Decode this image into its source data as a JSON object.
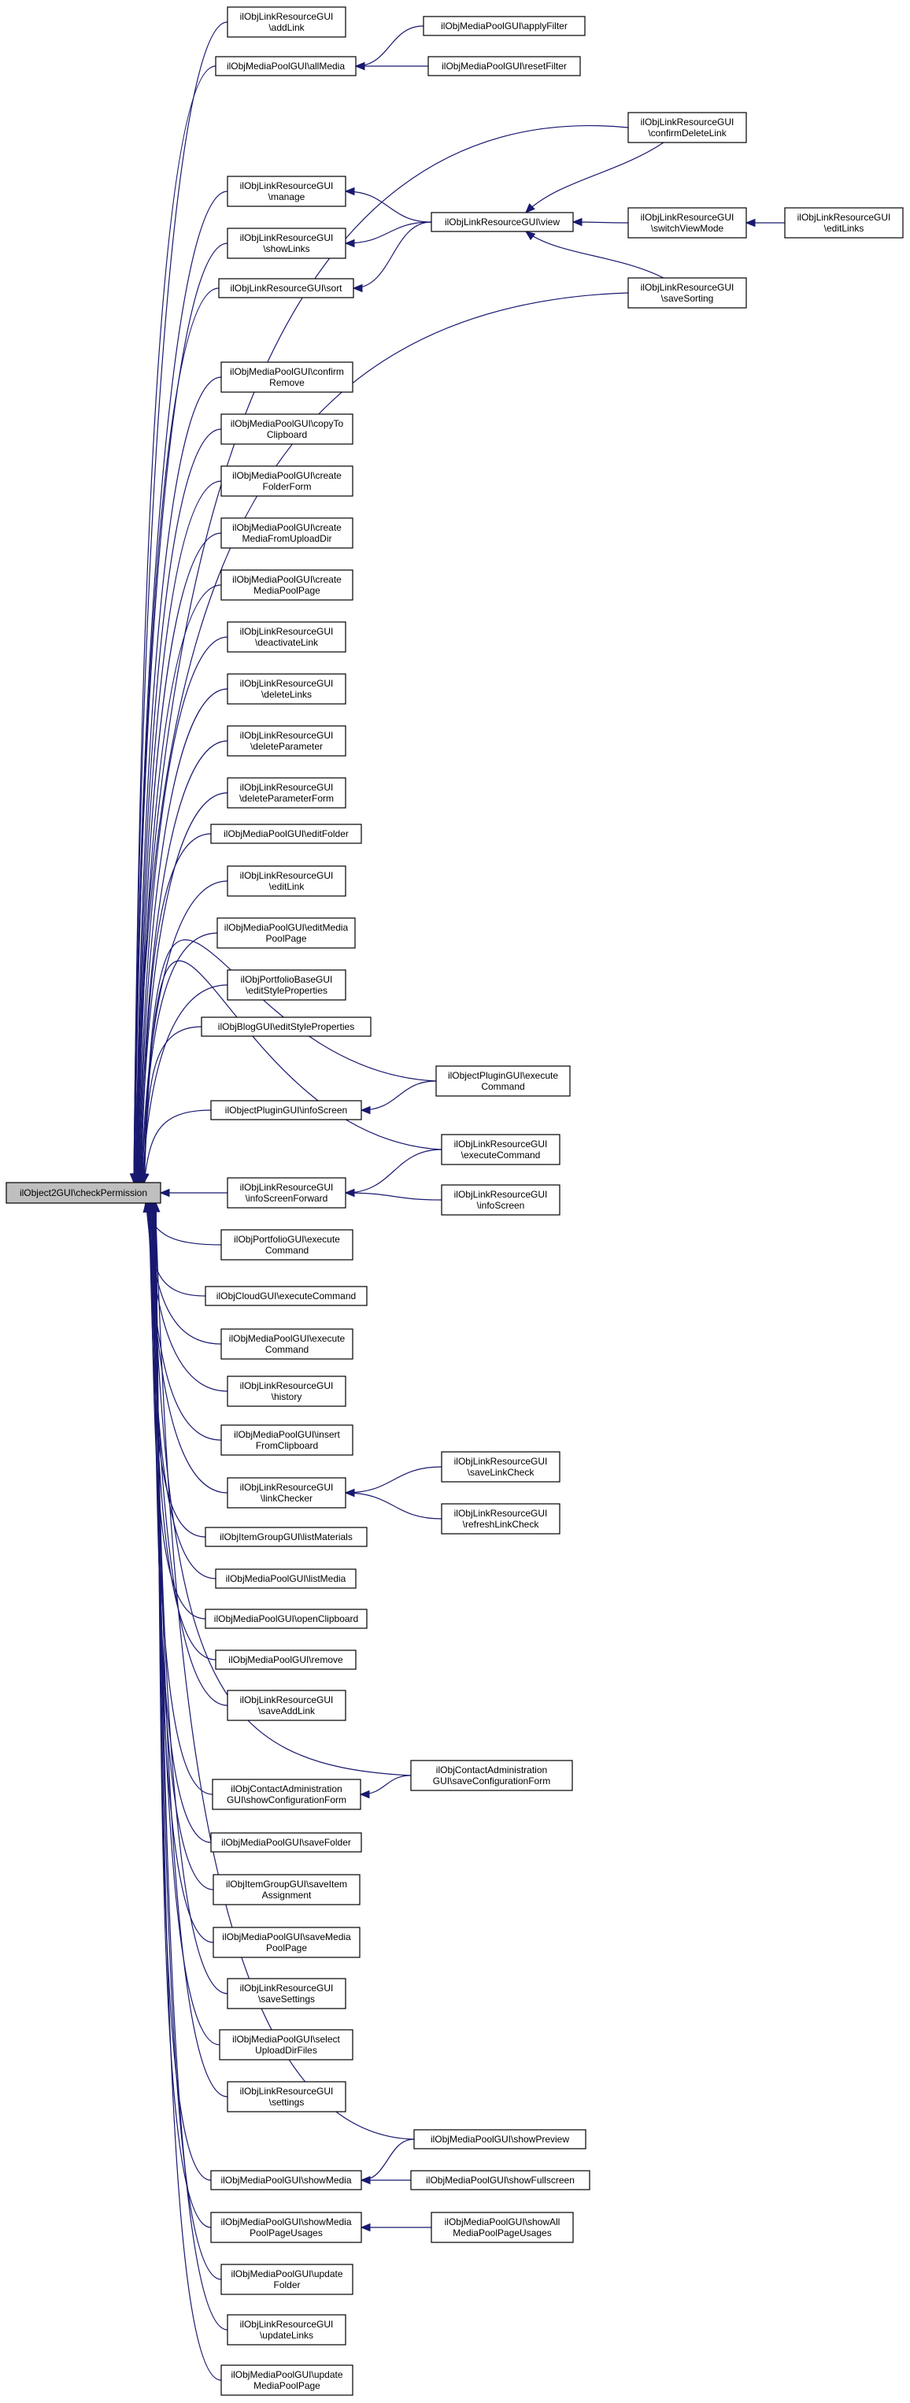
{
  "graph": {
    "title": "",
    "root_id": "root",
    "colors": {
      "edge": "#191970",
      "node_border": "#000000",
      "node_fill": "#ffffff",
      "root_fill": "#bfbfbf",
      "text": "#000000"
    },
    "nodes": [
      {
        "id": "root",
        "lines": [
          "ilObject2GUI\\checkPermission"
        ]
      },
      {
        "id": "n01",
        "lines": [
          "ilObjLinkResourceGUI",
          "\\addLink"
        ]
      },
      {
        "id": "n02",
        "lines": [
          "ilObjMediaPoolGUI\\allMedia"
        ]
      },
      {
        "id": "n03",
        "lines": [
          "ilObjLinkResourceGUI",
          "\\manage"
        ]
      },
      {
        "id": "n04",
        "lines": [
          "ilObjLinkResourceGUI",
          "\\showLinks"
        ]
      },
      {
        "id": "n05",
        "lines": [
          "ilObjLinkResourceGUI\\sort"
        ]
      },
      {
        "id": "n06",
        "lines": [
          "ilObjMediaPoolGUI\\confirm",
          "Remove"
        ]
      },
      {
        "id": "n07",
        "lines": [
          "ilObjMediaPoolGUI\\copyTo",
          "Clipboard"
        ]
      },
      {
        "id": "n08",
        "lines": [
          "ilObjMediaPoolGUI\\create",
          "FolderForm"
        ]
      },
      {
        "id": "n09",
        "lines": [
          "ilObjMediaPoolGUI\\create",
          "MediaFromUploadDir"
        ]
      },
      {
        "id": "n10",
        "lines": [
          "ilObjMediaPoolGUI\\create",
          "MediaPoolPage"
        ]
      },
      {
        "id": "n11",
        "lines": [
          "ilObjLinkResourceGUI",
          "\\deactivateLink"
        ]
      },
      {
        "id": "n12",
        "lines": [
          "ilObjLinkResourceGUI",
          "\\deleteLinks"
        ]
      },
      {
        "id": "n13",
        "lines": [
          "ilObjLinkResourceGUI",
          "\\deleteParameter"
        ]
      },
      {
        "id": "n14",
        "lines": [
          "ilObjLinkResourceGUI",
          "\\deleteParameterForm"
        ]
      },
      {
        "id": "n15",
        "lines": [
          "ilObjMediaPoolGUI\\editFolder"
        ]
      },
      {
        "id": "n16",
        "lines": [
          "ilObjLinkResourceGUI",
          "\\editLink"
        ]
      },
      {
        "id": "n17",
        "lines": [
          "ilObjMediaPoolGUI\\editMedia",
          "PoolPage"
        ]
      },
      {
        "id": "n18",
        "lines": [
          "ilObjPortfolioBaseGUI",
          "\\editStyleProperties"
        ]
      },
      {
        "id": "n19",
        "lines": [
          "ilObjBlogGUI\\editStyleProperties"
        ]
      },
      {
        "id": "n20",
        "lines": [
          "ilObjectPluginGUI\\infoScreen"
        ]
      },
      {
        "id": "n21",
        "lines": [
          "ilObjLinkResourceGUI",
          "\\infoScreenForward"
        ]
      },
      {
        "id": "n22",
        "lines": [
          "ilObjPortfolioGUI\\execute",
          "Command"
        ]
      },
      {
        "id": "n23",
        "lines": [
          "ilObjCloudGUI\\executeCommand"
        ]
      },
      {
        "id": "n24",
        "lines": [
          "ilObjMediaPoolGUI\\execute",
          "Command"
        ]
      },
      {
        "id": "n25",
        "lines": [
          "ilObjLinkResourceGUI",
          "\\history"
        ]
      },
      {
        "id": "n26",
        "lines": [
          "ilObjMediaPoolGUI\\insert",
          "FromClipboard"
        ]
      },
      {
        "id": "n27",
        "lines": [
          "ilObjLinkResourceGUI",
          "\\linkChecker"
        ]
      },
      {
        "id": "n28",
        "lines": [
          "ilObjItemGroupGUI\\listMaterials"
        ]
      },
      {
        "id": "n29",
        "lines": [
          "ilObjMediaPoolGUI\\listMedia"
        ]
      },
      {
        "id": "n30",
        "lines": [
          "ilObjMediaPoolGUI\\openClipboard"
        ]
      },
      {
        "id": "n31",
        "lines": [
          "ilObjMediaPoolGUI\\remove"
        ]
      },
      {
        "id": "n32",
        "lines": [
          "ilObjLinkResourceGUI",
          "\\saveAddLink"
        ]
      },
      {
        "id": "n33",
        "lines": [
          "ilObjContactAdministration",
          "GUI\\showConfigurationForm"
        ]
      },
      {
        "id": "n34",
        "lines": [
          "ilObjMediaPoolGUI\\saveFolder"
        ]
      },
      {
        "id": "n35",
        "lines": [
          "ilObjItemGroupGUI\\saveItem",
          "Assignment"
        ]
      },
      {
        "id": "n36",
        "lines": [
          "ilObjMediaPoolGUI\\saveMedia",
          "PoolPage"
        ]
      },
      {
        "id": "n37",
        "lines": [
          "ilObjLinkResourceGUI",
          "\\saveSettings"
        ]
      },
      {
        "id": "n38",
        "lines": [
          "ilObjMediaPoolGUI\\select",
          "UploadDirFiles"
        ]
      },
      {
        "id": "n39",
        "lines": [
          "ilObjLinkResourceGUI",
          "\\settings"
        ]
      },
      {
        "id": "n40",
        "lines": [
          "ilObjMediaPoolGUI\\showMedia"
        ]
      },
      {
        "id": "n41",
        "lines": [
          "ilObjMediaPoolGUI\\showMedia",
          "PoolPageUsages"
        ]
      },
      {
        "id": "n42",
        "lines": [
          "ilObjMediaPoolGUI\\update",
          "Folder"
        ]
      },
      {
        "id": "n43",
        "lines": [
          "ilObjLinkResourceGUI",
          "\\updateLinks"
        ]
      },
      {
        "id": "n44",
        "lines": [
          "ilObjMediaPoolGUI\\update",
          "MediaPoolPage"
        ]
      },
      {
        "id": "m01",
        "lines": [
          "ilObjMediaPoolGUI\\applyFilter"
        ]
      },
      {
        "id": "m02",
        "lines": [
          "ilObjMediaPoolGUI\\resetFilter"
        ]
      },
      {
        "id": "m03",
        "lines": [
          "ilObjLinkResourceGUI",
          "\\confirmDeleteLink"
        ]
      },
      {
        "id": "m04",
        "lines": [
          "ilObjLinkResourceGUI\\view"
        ]
      },
      {
        "id": "m05",
        "lines": [
          "ilObjLinkResourceGUI",
          "\\switchViewMode"
        ]
      },
      {
        "id": "m06",
        "lines": [
          "ilObjLinkResourceGUI",
          "\\editLinks"
        ]
      },
      {
        "id": "m07",
        "lines": [
          "ilObjLinkResourceGUI",
          "\\saveSorting"
        ]
      },
      {
        "id": "m08",
        "lines": [
          "ilObjectPluginGUI\\execute",
          "Command"
        ]
      },
      {
        "id": "m09",
        "lines": [
          "ilObjLinkResourceGUI",
          "\\executeCommand"
        ]
      },
      {
        "id": "m10",
        "lines": [
          "ilObjLinkResourceGUI",
          "\\infoScreen"
        ]
      },
      {
        "id": "m11",
        "lines": [
          "ilObjLinkResourceGUI",
          "\\saveLinkCheck"
        ]
      },
      {
        "id": "m12",
        "lines": [
          "ilObjLinkResourceGUI",
          "\\refreshLinkCheck"
        ]
      },
      {
        "id": "m13",
        "lines": [
          "ilObjContactAdministration",
          "GUI\\saveConfigurationForm"
        ]
      },
      {
        "id": "m14",
        "lines": [
          "ilObjMediaPoolGUI\\showPreview"
        ]
      },
      {
        "id": "m15",
        "lines": [
          "ilObjMediaPoolGUI\\showFullscreen"
        ]
      },
      {
        "id": "m16",
        "lines": [
          "ilObjMediaPoolGUI\\showAll",
          "MediaPoolPageUsages"
        ]
      }
    ],
    "edges": [
      {
        "from": "n01",
        "to": "root"
      },
      {
        "from": "n02",
        "to": "root"
      },
      {
        "from": "n03",
        "to": "root"
      },
      {
        "from": "n04",
        "to": "root"
      },
      {
        "from": "n05",
        "to": "root"
      },
      {
        "from": "n06",
        "to": "root"
      },
      {
        "from": "n07",
        "to": "root"
      },
      {
        "from": "n08",
        "to": "root"
      },
      {
        "from": "n09",
        "to": "root"
      },
      {
        "from": "n10",
        "to": "root"
      },
      {
        "from": "n11",
        "to": "root"
      },
      {
        "from": "n12",
        "to": "root"
      },
      {
        "from": "n13",
        "to": "root"
      },
      {
        "from": "n14",
        "to": "root"
      },
      {
        "from": "n15",
        "to": "root"
      },
      {
        "from": "n16",
        "to": "root"
      },
      {
        "from": "n17",
        "to": "root"
      },
      {
        "from": "n18",
        "to": "root"
      },
      {
        "from": "n19",
        "to": "root"
      },
      {
        "from": "n20",
        "to": "root"
      },
      {
        "from": "n21",
        "to": "root"
      },
      {
        "from": "n22",
        "to": "root"
      },
      {
        "from": "n23",
        "to": "root"
      },
      {
        "from": "n24",
        "to": "root"
      },
      {
        "from": "n25",
        "to": "root"
      },
      {
        "from": "n26",
        "to": "root"
      },
      {
        "from": "n27",
        "to": "root"
      },
      {
        "from": "n28",
        "to": "root"
      },
      {
        "from": "n29",
        "to": "root"
      },
      {
        "from": "n30",
        "to": "root"
      },
      {
        "from": "n31",
        "to": "root"
      },
      {
        "from": "n32",
        "to": "root"
      },
      {
        "from": "n33",
        "to": "root"
      },
      {
        "from": "n34",
        "to": "root"
      },
      {
        "from": "n35",
        "to": "root"
      },
      {
        "from": "n36",
        "to": "root"
      },
      {
        "from": "n37",
        "to": "root"
      },
      {
        "from": "n38",
        "to": "root"
      },
      {
        "from": "n39",
        "to": "root"
      },
      {
        "from": "n40",
        "to": "root"
      },
      {
        "from": "n41",
        "to": "root"
      },
      {
        "from": "n42",
        "to": "root"
      },
      {
        "from": "n43",
        "to": "root"
      },
      {
        "from": "n44",
        "to": "root"
      },
      {
        "from": "m03",
        "to": "root"
      },
      {
        "from": "m07",
        "to": "root"
      },
      {
        "from": "m08",
        "to": "root"
      },
      {
        "from": "m09",
        "to": "root"
      },
      {
        "from": "m13",
        "to": "root"
      },
      {
        "from": "m14",
        "to": "root"
      },
      {
        "from": "m01",
        "to": "n02"
      },
      {
        "from": "m02",
        "to": "n02"
      },
      {
        "from": "m04",
        "to": "n03"
      },
      {
        "from": "m04",
        "to": "n04"
      },
      {
        "from": "m04",
        "to": "n05"
      },
      {
        "from": "m03",
        "to": "m04"
      },
      {
        "from": "m05",
        "to": "m04"
      },
      {
        "from": "m07",
        "to": "m04"
      },
      {
        "from": "m06",
        "to": "m05"
      },
      {
        "from": "m08",
        "to": "n20"
      },
      {
        "from": "m09",
        "to": "n21"
      },
      {
        "from": "m10",
        "to": "n21"
      },
      {
        "from": "m11",
        "to": "n27"
      },
      {
        "from": "m12",
        "to": "n27"
      },
      {
        "from": "m13",
        "to": "n33"
      },
      {
        "from": "m14",
        "to": "n40"
      },
      {
        "from": "m15",
        "to": "n40"
      },
      {
        "from": "m16",
        "to": "n41"
      }
    ]
  }
}
